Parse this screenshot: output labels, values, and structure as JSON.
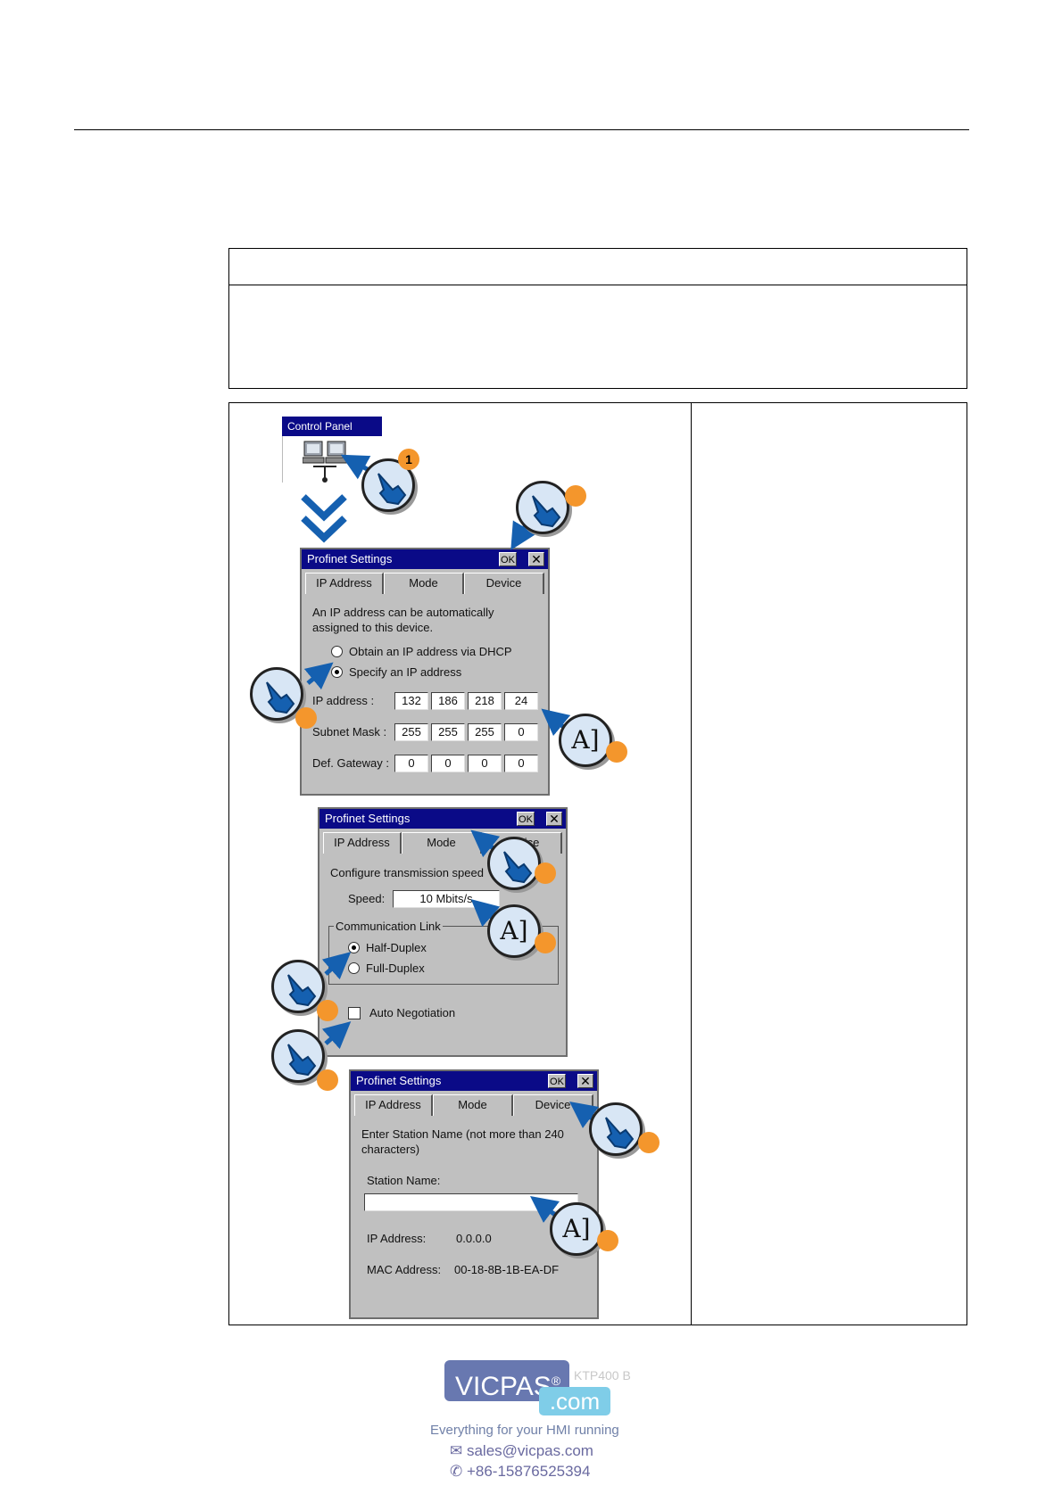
{
  "control_panel": {
    "title": "Control Panel",
    "computer_icon": "network-computers-icon",
    "step_number": "1"
  },
  "ip_dialog": {
    "title": "Profinet Settings",
    "ok_label": "OK",
    "close_glyph": "✕",
    "tabs": [
      "IP Address",
      "Mode",
      "Device"
    ],
    "description_line1": "An IP address can be automatically",
    "description_line2": "assigned to this device.",
    "option_dhcp": "Obtain an IP address via DHCP",
    "option_specify": "Specify an IP address",
    "ip_label": "IP address :",
    "ip": [
      "132",
      "186",
      "218",
      "24"
    ],
    "mask_label": "Subnet Mask :",
    "mask": [
      "255",
      "255",
      "255",
      "0"
    ],
    "gateway_label": "Def. Gateway :",
    "gateway": [
      "0",
      "0",
      "0",
      "0"
    ]
  },
  "mode_dialog": {
    "title": "Profinet Settings",
    "ok_label": "OK",
    "close_glyph": "✕",
    "tabs": [
      "IP Address",
      "Mode",
      "Device"
    ],
    "heading": "Configure transmission speed",
    "speed_label": "Speed:",
    "speed_value": "10 Mbits/s",
    "link_group": "Communication Link",
    "half_duplex": "Half-Duplex",
    "full_duplex": "Full-Duplex",
    "auto_negotiation": "Auto Negotiation"
  },
  "device_dialog": {
    "title": "Profinet Settings",
    "ok_label": "OK",
    "close_glyph": "✕",
    "tabs": [
      "IP Address",
      "Mode",
      "Device"
    ],
    "desc_line1": "Enter Station Name (not more than 240",
    "desc_line2": "characters)",
    "station_label": "Station Name:",
    "station_value": "",
    "ip_label": "IP Address:",
    "ip_value": "0.0.0.0",
    "mac_label": "MAC Address:",
    "mac_value": "00-18-8B-1B-EA-DF"
  },
  "keyboard_glyph": "A]",
  "footer": {
    "device_name": "KTP400 B",
    "logo_main": "VICPAS",
    "logo_reg": "®",
    "logo_com": ".com",
    "tagline": "Everything for your HMI running",
    "email": "sales@vicpas.com",
    "phone": "+86-15876525394"
  },
  "colors": {
    "titlebar": "#0a0a87",
    "panel": "#c0c0c0",
    "marker_dot": "#f4962c",
    "arrow": "#1560b0"
  }
}
